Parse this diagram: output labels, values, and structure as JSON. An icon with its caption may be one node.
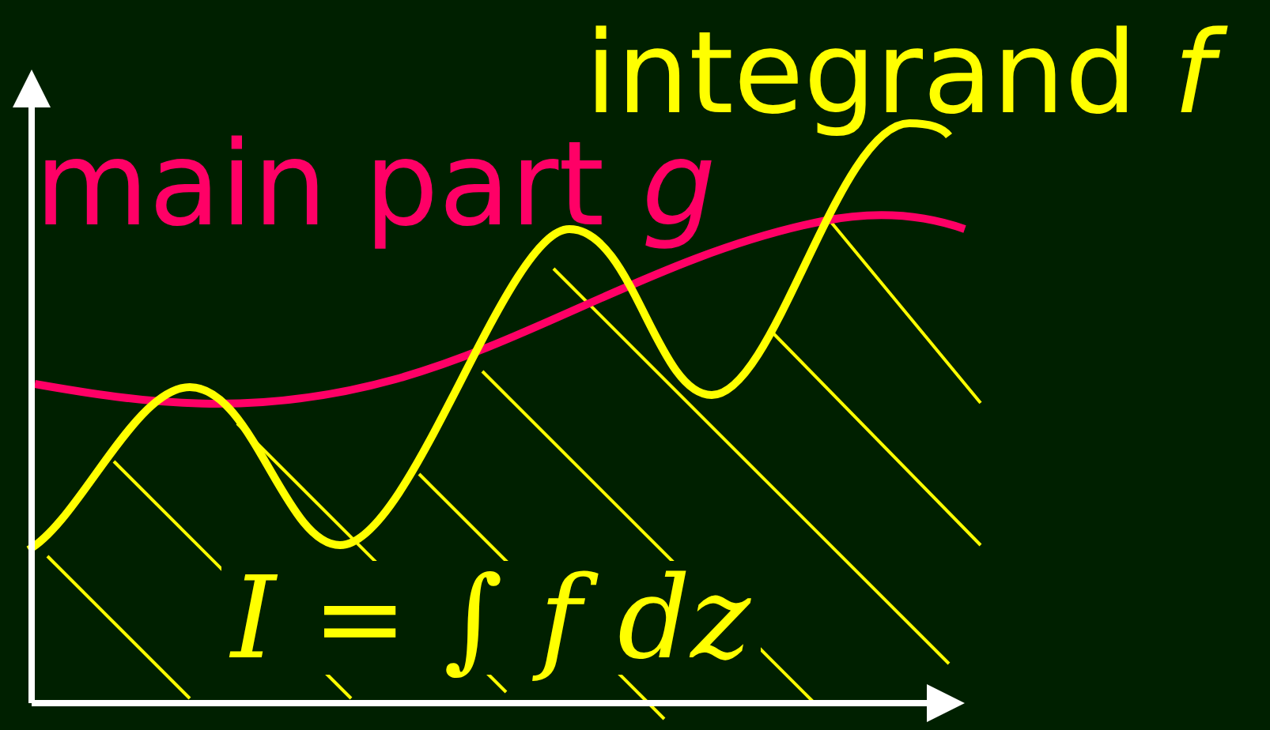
{
  "diagram": {
    "labels": [
      "integrand *f*",
      "main part *g*",
      "*I* = ∫ *f dz*"
    ]
  }
}
